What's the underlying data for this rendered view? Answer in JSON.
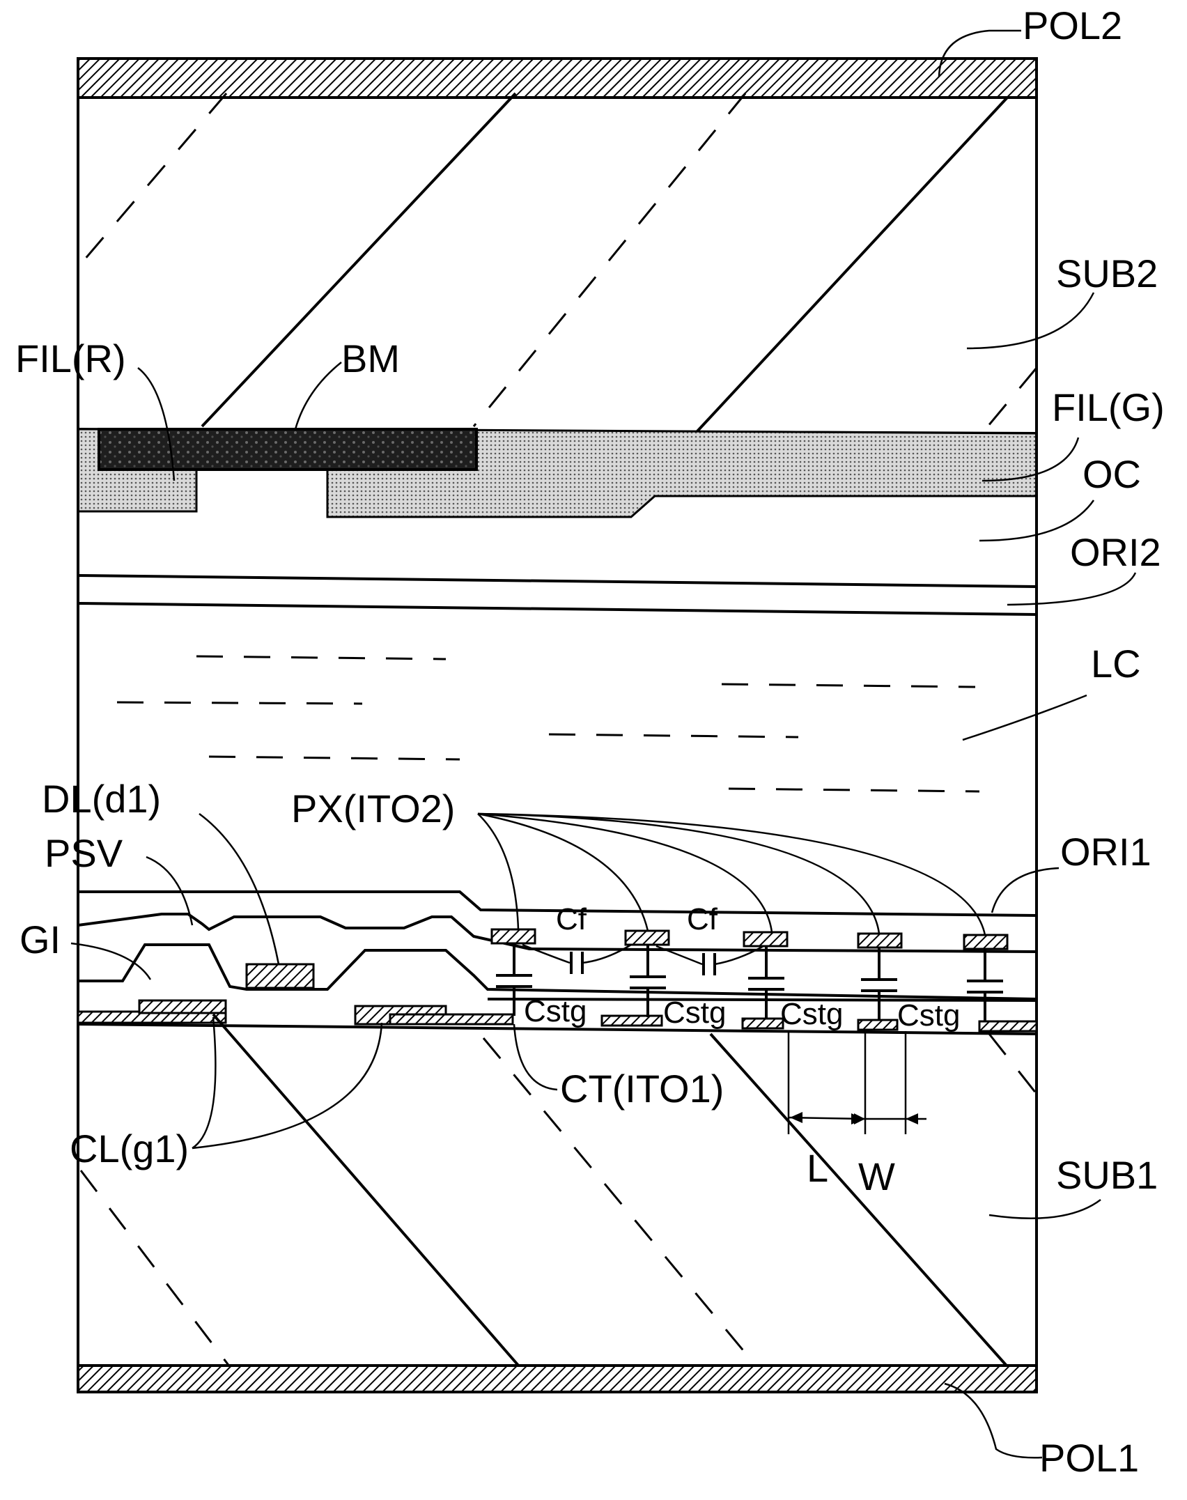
{
  "labels": {
    "pol2": "POL2",
    "sub2": "SUB2",
    "fil_r": "FIL(R)",
    "bm": "BM",
    "fil_g": "FIL(G)",
    "oc": "OC",
    "ori2": "ORI2",
    "lc": "LC",
    "dl": "DL(d1)",
    "px": "PX(ITO2)",
    "psv": "PSV",
    "ori1": "ORI1",
    "gi": "GI",
    "cf": "Cf",
    "cstg": "Cstg",
    "ct": "CT(ITO1)",
    "cl": "CL(g1)",
    "l": "L",
    "w": "W",
    "sub1": "SUB1",
    "pol1": "POL1"
  },
  "colors": {
    "line": "#000000",
    "filter_fill": "#c8c8c8",
    "black_matrix": "#1a1a1a",
    "electrode_fill": "#8a8a8a"
  }
}
